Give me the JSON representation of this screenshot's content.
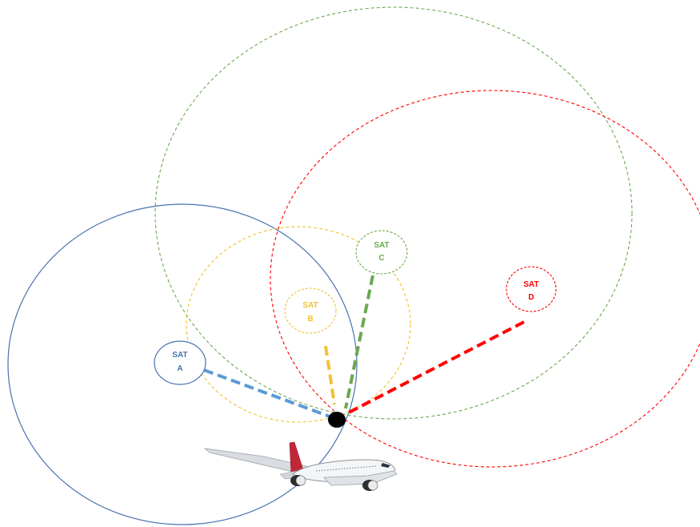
{
  "satellites": [
    {
      "id": "a",
      "line1": "SAT",
      "line2": "A",
      "color": "#4a72b0",
      "range_color": "#4a72b0",
      "link_color": "#5b9bd5"
    },
    {
      "id": "b",
      "line1": "SAT",
      "line2": "B",
      "color": "#f2c12e",
      "range_color": "#f2c12e",
      "link_color": "#f2c12e"
    },
    {
      "id": "c",
      "line1": "SAT",
      "line2": "C",
      "color": "#6aa84f",
      "range_color": "#6aa84f",
      "link_color": "#6aa84f"
    },
    {
      "id": "d",
      "line1": "SAT",
      "line2": "D",
      "color": "#ff0000",
      "range_color": "#ff0000",
      "link_color": "#ff0000"
    }
  ],
  "receiver": {
    "color": "#000000"
  },
  "aircraft": {
    "icon": "airplane-icon",
    "livery_color": "#c0283a"
  }
}
